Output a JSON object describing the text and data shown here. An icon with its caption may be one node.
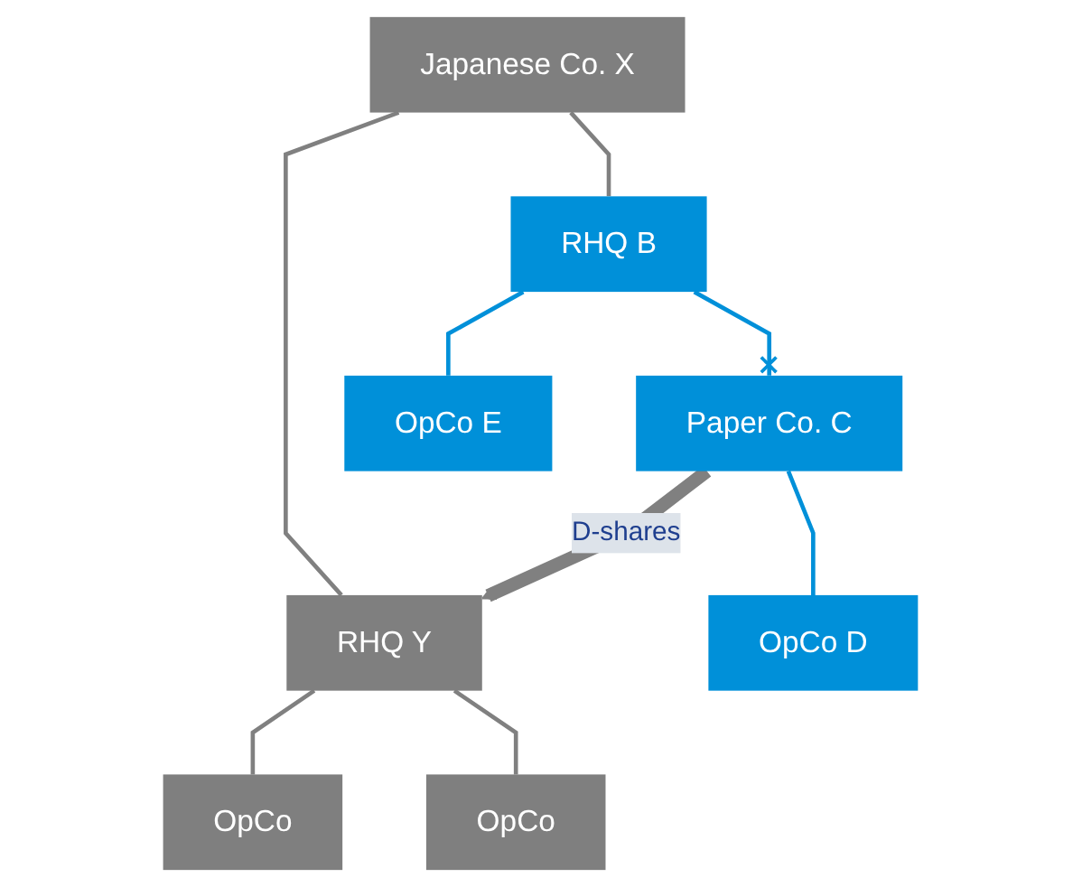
{
  "diagram": {
    "nodes": [
      {
        "text": [
          "Japanese Co. X"
        ]
      },
      {
        "text": [
          "RHQ Y"
        ]
      },
      {
        "text": [
          "RHQ B"
        ]
      },
      {
        "text": [
          "OpCo"
        ]
      },
      {
        "text": [
          "OpCo"
        ]
      },
      {
        "text": [
          "Paper Co. C"
        ]
      },
      {
        "text": [
          "OpCo E"
        ]
      },
      {
        "text": [
          "OpCo D"
        ]
      }
    ],
    "edges": [
      {
        "from": 0,
        "to": 1,
        "arrow": "none"
      },
      {
        "from": 0,
        "to": 2,
        "arrow": "none"
      },
      {
        "from": 1,
        "to": 3,
        "arrow": "none"
      },
      {
        "from": 1,
        "to": 4,
        "arrow": "none"
      },
      {
        "from": 2,
        "to": 5,
        "arrow": "other",
        "color": "#0090d9"
      },
      {
        "from": 2,
        "to": 6,
        "arrow": "none",
        "color": "#0090d9"
      },
      {
        "from": 5,
        "to": 7,
        "arrow": "none",
        "color": "#0090d9"
      },
      {
        "from": 5,
        "to": 1,
        "arrow": "to",
        "label": "D-shares",
        "style": "thick"
      }
    ]
  }
}
